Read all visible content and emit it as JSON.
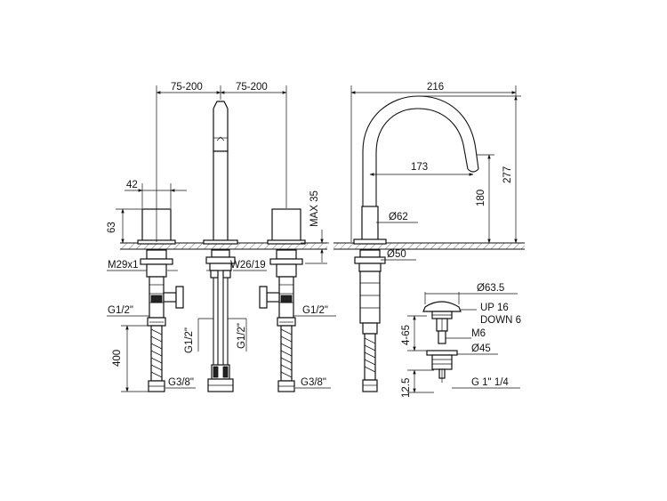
{
  "dimensions": {
    "spacing_left": "75-200",
    "spacing_right": "75-200",
    "handle_width": "42",
    "handle_height": "63",
    "max_deck": "MAX 35",
    "thread_handle": "M29x1",
    "thread_spout": "W26/19",
    "inlet_left": "G1/2\"",
    "inlet_right": "G1/2\"",
    "hose_length": "400",
    "outlet_left": "G3/8\"",
    "outlet_right": "G3/8\"",
    "spout_pipe_left": "G1/2\"",
    "spout_pipe_right": "G1/2\"",
    "spout_width": "216",
    "spout_reach": "173",
    "spout_clearance": "180",
    "spout_height": "277",
    "spout_base_dia": "Ø62",
    "spout_shank_dia": "Ø50",
    "waste_head_dia": "Ø63.5",
    "waste_up": "UP 16",
    "waste_down": "DOWN 6",
    "waste_bolt": "M6",
    "waste_range": "4-65",
    "waste_body_dia": "Ø45",
    "waste_bottom": "12.5",
    "waste_thread": "G 1\" 1/4"
  }
}
